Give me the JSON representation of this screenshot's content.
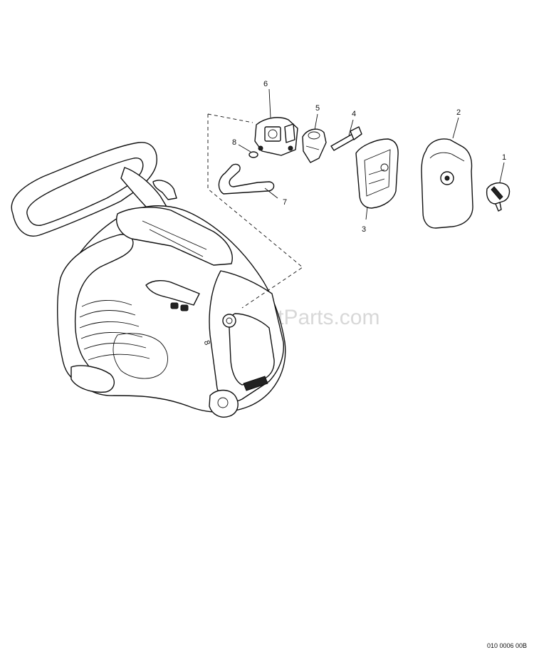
{
  "watermark": "eReplacementParts.com",
  "reference_code": "010 0006 00B",
  "callouts": {
    "c1": "1",
    "c2": "2",
    "c3": "3",
    "c4": "4",
    "c5": "5",
    "c6": "6",
    "c7": "7",
    "c8": "8"
  }
}
